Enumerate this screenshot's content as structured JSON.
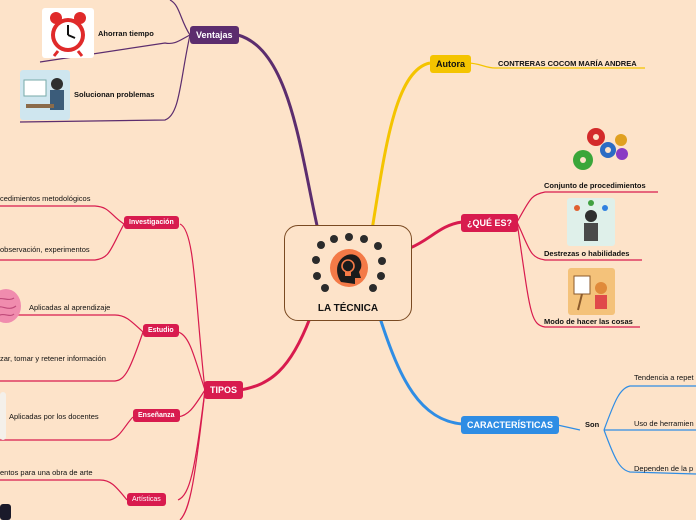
{
  "center": {
    "title": "LA TÉCNICA"
  },
  "autora": {
    "label": "Autora",
    "name": "CONTRERAS COCOM MARÍA ANDREA"
  },
  "ventajas": {
    "label": "Ventajas",
    "items": [
      "Ahorran tiempo",
      "Solucionan problemas"
    ]
  },
  "que_es": {
    "label": "¿QUÉ ES?",
    "items": [
      "Conjunto de procedimientos",
      "Destrezas o habilidades",
      "Modo de hacer las cosas"
    ]
  },
  "caracteristicas": {
    "label": "CARACTERÍSTICAS",
    "son": "Son",
    "items": [
      "Tendencia a repet",
      "Uso de herramien",
      "Dependen de la p"
    ]
  },
  "tipos": {
    "label": "TIPOS",
    "investigacion": {
      "label": "Investigación",
      "items": [
        "cedimientos metodológicos",
        "observación, experimentos"
      ]
    },
    "estudio": {
      "label": "Estudio",
      "items": [
        "Aplicadas al aprendizaje",
        "zar, tomar y retener información"
      ]
    },
    "ensenanza": {
      "label": "Enseñanza",
      "items": [
        "Aplicadas por los docentes"
      ]
    },
    "artisticas": {
      "label": "Artísticas",
      "items": [
        "entos para una obra de arte"
      ]
    }
  },
  "colors": {
    "background": "#fde3c9",
    "autora": "#f4c400",
    "ventajas": "#5c2d6e",
    "que_es": "#d81b4e",
    "caracteristicas": "#2f8de4",
    "tipos": "#d81b4e"
  }
}
